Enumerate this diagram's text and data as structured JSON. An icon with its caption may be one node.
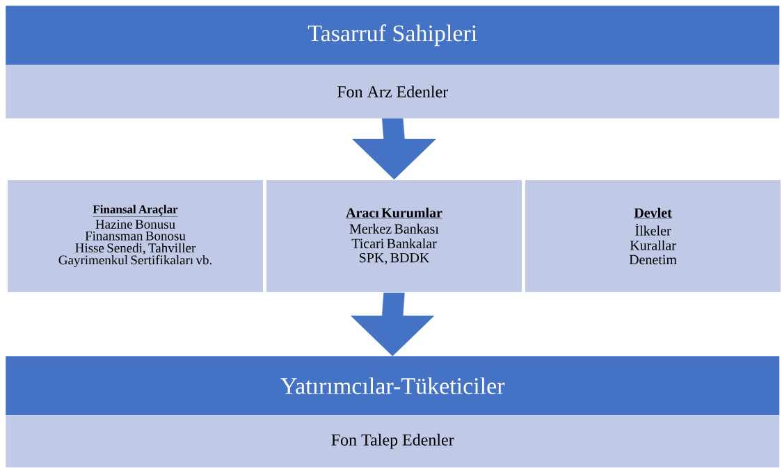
{
  "diagram": {
    "nodes": [
      {
        "text": [
          "Tasarruf Sahipleri"
        ]
      },
      {
        "text": [
          "Fon Arz Edenler"
        ]
      },
      {
        "text": [
          "Finansal Araçlar",
          "Hazine Bonusu",
          "Finansman Bonosu",
          "Hisse Senedi, Tahviller Gayrimenkul Sertifikaları vb."
        ]
      },
      {
        "text": [
          "Aracı Kurumlar",
          "Merkez Bankası",
          "Ticari Bankalar",
          "SPK, BDDK"
        ]
      },
      {
        "text": [
          "Devlet",
          "İlkeler",
          "Kurallar",
          "Denetim"
        ]
      },
      {
        "text": [
          "Yatırımcılar-Tüketiciler"
        ]
      },
      {
        "text": [
          "Fon Talep Edenler"
        ]
      }
    ],
    "edges": [
      {
        "from": 1,
        "to": 3,
        "arrow": "to"
      },
      {
        "from": 3,
        "to": 5,
        "arrow": "to"
      }
    ]
  }
}
